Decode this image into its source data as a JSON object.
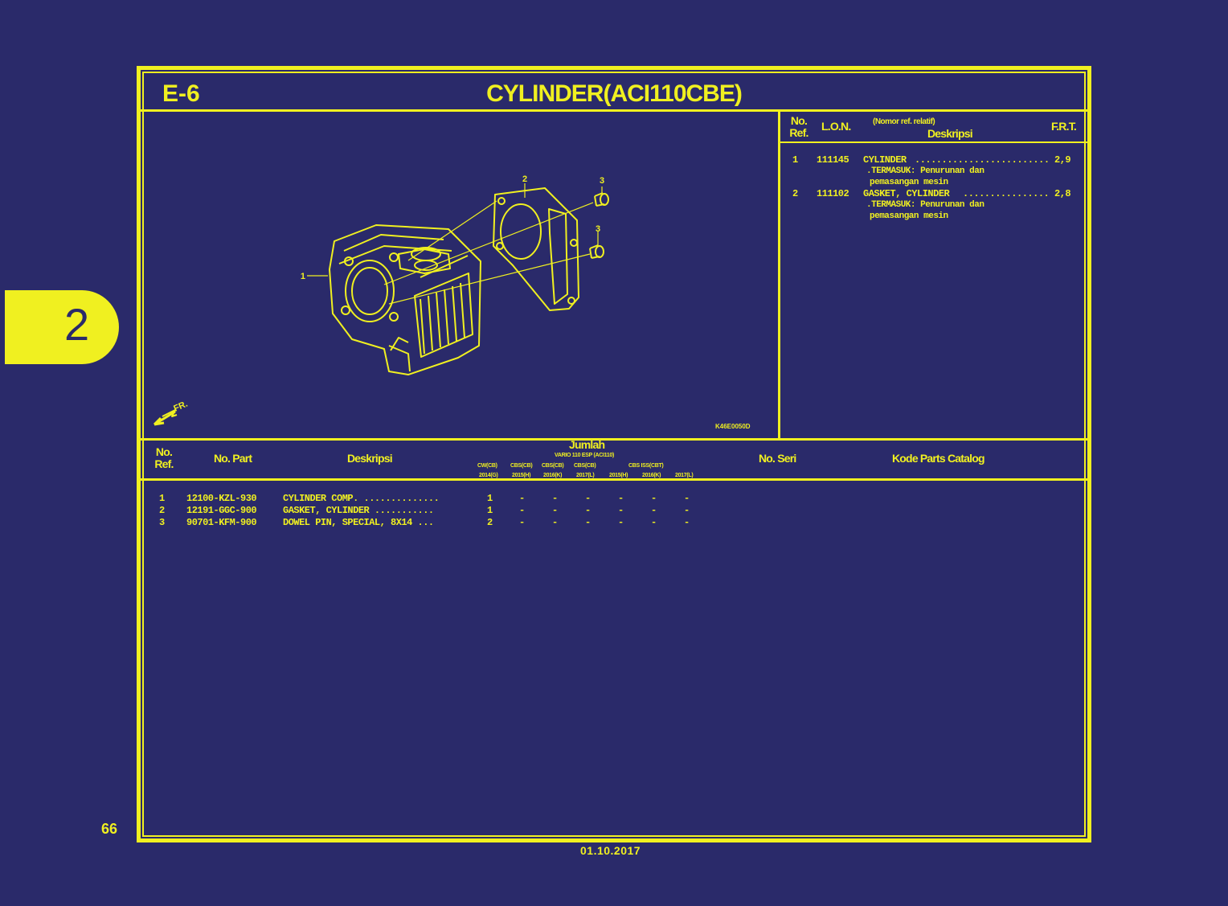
{
  "section_tab": "2",
  "page_number": "66",
  "date": "01.10.2017",
  "diagram_code": "E-6",
  "title": "CYLINDER(ACI110CBE)",
  "illustration": {
    "callouts": [
      "1",
      "2",
      "3",
      "3"
    ],
    "front_marker": "FR.",
    "image_code": "K46E0050D"
  },
  "lon_table": {
    "headers": {
      "ref": "No.\nRef.",
      "lon": "L.O.N.",
      "desc_top": "(Nomor ref. relatif)",
      "desc": "Deskripsi",
      "frt": "F.R.T."
    },
    "rows": [
      {
        "ref": "1",
        "lon": "111145",
        "desc": "CYLINDER",
        "frt": "2,9",
        "note1": ".TERMASUK: Penurunan dan",
        "note2": "pemasangan mesin"
      },
      {
        "ref": "2",
        "lon": "111102",
        "desc": "GASKET, CYLINDER",
        "frt": "2,8",
        "note1": ".TERMASUK: Penurunan dan",
        "note2": "pemasangan mesin"
      }
    ]
  },
  "parts_table": {
    "headers": {
      "ref": "No.\nRef.",
      "part": "No. Part",
      "desc": "Deskripsi",
      "qty": "Jumlah",
      "qty_model": "VARIO 110 ESP (ACI110)",
      "qty_sub": [
        "CW(CB)",
        "CBS(CB)",
        "CBS(CB)",
        "CBS(CB)",
        "CBS ISS(CBT)"
      ],
      "qty_years": [
        "2014(G)",
        "2015(H)",
        "2016(K)",
        "2017(L)",
        "2015(H)",
        "2016(K)",
        "2017(L)"
      ],
      "serial": "No. Seri",
      "catalog": "Kode Parts Catalog"
    },
    "rows": [
      {
        "ref": "1",
        "part": "12100-KZL-930",
        "desc": "CYLINDER COMP. ..............",
        "qty": [
          "1",
          "-",
          "-",
          "-",
          "-",
          "-",
          "-"
        ]
      },
      {
        "ref": "2",
        "part": "12191-GGC-900",
        "desc": "GASKET, CYLINDER ...........",
        "qty": [
          "1",
          "-",
          "-",
          "-",
          "-",
          "-",
          "-"
        ]
      },
      {
        "ref": "3",
        "part": "90701-KFM-900",
        "desc": "DOWEL PIN, SPECIAL, 8X14 ...",
        "qty": [
          "2",
          "-",
          "-",
          "-",
          "-",
          "-",
          "-"
        ]
      }
    ]
  },
  "colors": {
    "background": "#2a2a6a",
    "ink": "#f0f020"
  }
}
